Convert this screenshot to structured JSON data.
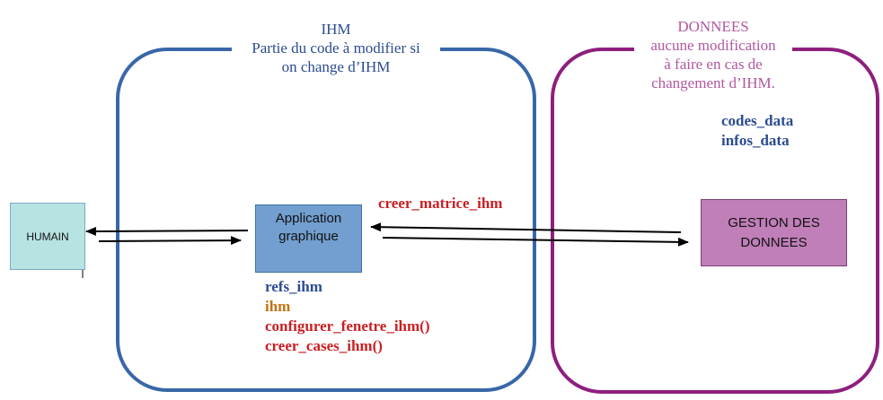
{
  "ihm_box": {
    "title_lines": [
      "IHM",
      "Partie du code à modifier si",
      "on change d’IHM"
    ],
    "border_color": "#3867a8"
  },
  "data_box": {
    "title_lines": [
      "DONNEES",
      "aucune modification",
      "à faire en cas de",
      "changement d’IHM."
    ],
    "border_color": "#8e1f7e",
    "items": [
      "codes_data",
      "infos_data"
    ]
  },
  "nodes": {
    "humain": "HUMAIN",
    "application": [
      "Application",
      "graphique"
    ],
    "gestion": [
      "GESTION DES",
      "DONNEES"
    ]
  },
  "edge_label": "creer_matrice_ihm",
  "app_items": [
    {
      "text": "refs_ihm",
      "color": "#2b4c91"
    },
    {
      "text": "ihm",
      "color": "#c07314"
    },
    {
      "text": "configurer_fenetre_ihm()",
      "color": "#c91f24"
    },
    {
      "text": "creer_cases_ihm()",
      "color": "#c91f24"
    }
  ]
}
